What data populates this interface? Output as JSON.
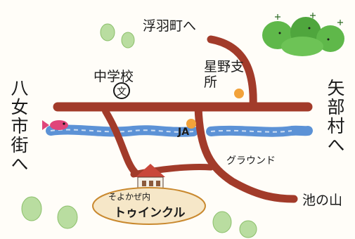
{
  "map": {
    "destinations": {
      "north": "浮羽町へ",
      "west": "八女市街へ",
      "east": "矢部村へ",
      "southeast": "池の山"
    },
    "places": {
      "school": "中学校",
      "school_symbol": "文",
      "branch_office": "星野支所",
      "ja": "JA",
      "ground": "グラウンド",
      "destination_name_small": "そよかぜ内",
      "destination_name": "トゥインクル"
    },
    "colors": {
      "road": "#a23b2a",
      "river": "#3f7fd0",
      "marker": "#f2a23a",
      "tree_light": "#b9dda0",
      "tree_dark": "#5fb84a",
      "fish": "#e0457a"
    }
  }
}
